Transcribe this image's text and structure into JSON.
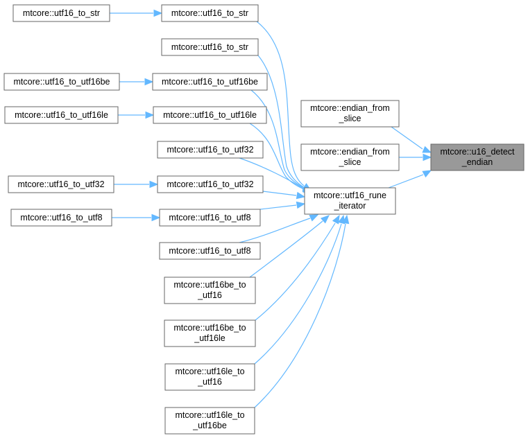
{
  "nodes": {
    "u16_detect_endian": [
      "mtcore::u16_detect",
      "_endian"
    ],
    "endian_from_slice_1": [
      "mtcore::endian_from",
      "_slice"
    ],
    "endian_from_slice_2": [
      "mtcore::endian_from",
      "_slice"
    ],
    "utf16_rune_iterator": [
      "mtcore::utf16_rune",
      "_iterator"
    ],
    "utf16_to_str_caller": [
      "mtcore::utf16_to_str"
    ],
    "utf16_to_str_1": [
      "mtcore::utf16_to_str"
    ],
    "utf16_to_str_2": [
      "mtcore::utf16_to_str"
    ],
    "utf16_to_utf16be_caller": [
      "mtcore::utf16_to_utf16be"
    ],
    "utf16_to_utf16be": [
      "mtcore::utf16_to_utf16be"
    ],
    "utf16_to_utf16le_caller": [
      "mtcore::utf16_to_utf16le"
    ],
    "utf16_to_utf16le": [
      "mtcore::utf16_to_utf16le"
    ],
    "utf16_to_utf32_1": [
      "mtcore::utf16_to_utf32"
    ],
    "utf16_to_utf32_caller": [
      "mtcore::utf16_to_utf32"
    ],
    "utf16_to_utf32_2": [
      "mtcore::utf16_to_utf32"
    ],
    "utf16_to_utf8_caller": [
      "mtcore::utf16_to_utf8"
    ],
    "utf16_to_utf8_1": [
      "mtcore::utf16_to_utf8"
    ],
    "utf16_to_utf8_2": [
      "mtcore::utf16_to_utf8"
    ],
    "utf16be_to_utf16": [
      "mtcore::utf16be_to",
      "_utf16"
    ],
    "utf16be_to_utf16le": [
      "mtcore::utf16be_to",
      "_utf16le"
    ],
    "utf16le_to_utf16": [
      "mtcore::utf16le_to",
      "_utf16"
    ],
    "utf16le_to_utf16be": [
      "mtcore::utf16le_to",
      "_utf16be"
    ]
  },
  "colors": {
    "edge": "#63b8ff",
    "node_border": "#666666",
    "highlight_fill": "#999999"
  }
}
